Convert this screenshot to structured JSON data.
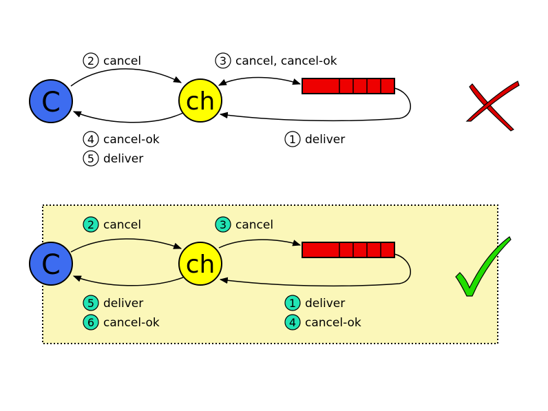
{
  "top": {
    "consumer_label": "C",
    "channel_label": "ch",
    "labels": [
      {
        "num": "2",
        "text": "cancel"
      },
      {
        "num": "3",
        "text": "cancel, cancel-ok"
      },
      {
        "num": "4",
        "text": "cancel-ok"
      },
      {
        "num": "5",
        "text": "deliver"
      },
      {
        "num": "1",
        "text": "deliver"
      }
    ],
    "verdict_icon": "red-x-icon"
  },
  "bottom": {
    "consumer_label": "C",
    "channel_label": "ch",
    "labels": [
      {
        "num": "2",
        "text": "cancel"
      },
      {
        "num": "3",
        "text": "cancel"
      },
      {
        "num": "5",
        "text": "deliver"
      },
      {
        "num": "6",
        "text": "cancel-ok"
      },
      {
        "num": "1",
        "text": "deliver"
      },
      {
        "num": "4",
        "text": "cancel-ok"
      }
    ],
    "verdict_icon": "green-check-icon"
  },
  "colors": {
    "consumer": "#3d6cf0",
    "channel": "#ffff00",
    "queue": "#ee0000",
    "panel_bg": "#fbf7b9",
    "badge": "#22e4b4",
    "cross": "#dd0000",
    "check": "#22dd00"
  }
}
